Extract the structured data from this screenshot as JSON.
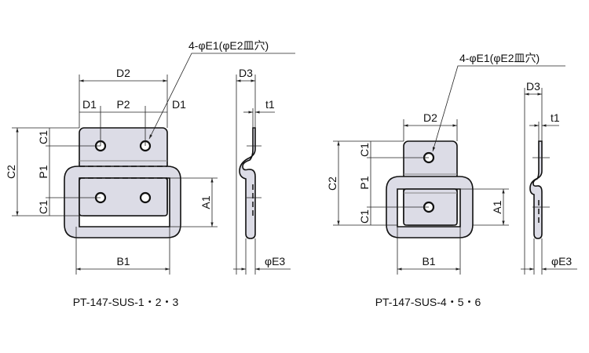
{
  "left": {
    "caption": "PT-147-SUS-1・2・3",
    "hole_note": "4-φE1(φE2皿穴)",
    "labels": {
      "D2": "D2",
      "D1a": "D1",
      "P2": "P2",
      "D1b": "D1",
      "C2": "C2",
      "C1a": "C1",
      "P1": "P1",
      "C1b": "C1",
      "A1": "A1",
      "B1": "B1",
      "D3": "D3",
      "t1": "t1",
      "E3": "φE3"
    }
  },
  "right": {
    "caption": "PT-147-SUS-4・5・6",
    "hole_note": "4-φE1(φE2皿穴)",
    "labels": {
      "D2": "D2",
      "C2": "C2",
      "C1a": "C1",
      "P1": "P1",
      "C1b": "C1",
      "A1": "A1",
      "B1": "B1",
      "D3": "D3",
      "t1": "t1",
      "E3": "φE3"
    }
  },
  "colors": {
    "part_fill": "#dcdce6",
    "line": "#111111"
  }
}
